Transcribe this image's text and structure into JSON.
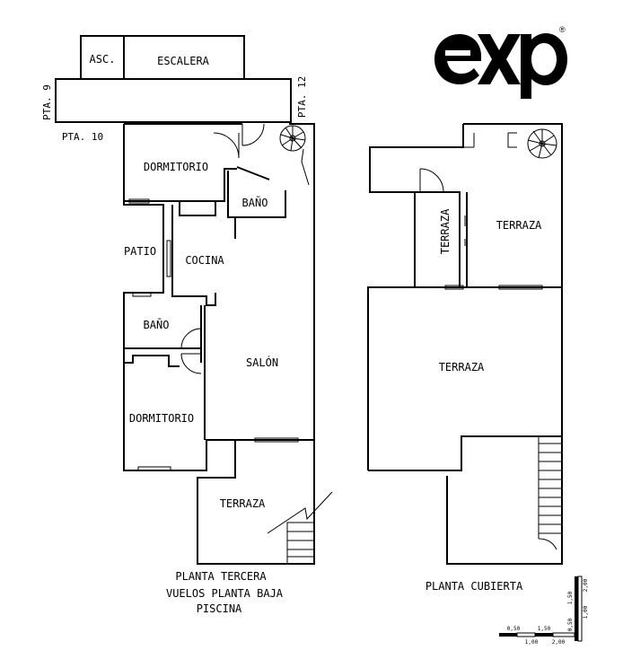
{
  "brand": {
    "logo_text": "exp",
    "registered_mark": "®"
  },
  "left_plan": {
    "rooms": {
      "asc": "ASC.",
      "escalera": "ESCALERA",
      "dormitorio_top": "DORMITORIO",
      "bano_top": "BAÑO",
      "patio": "PATIO",
      "cocina": "COCINA",
      "bano_mid": "BAÑO",
      "salon": "SALÓN",
      "dormitorio_bottom": "DORMITORIO",
      "terraza": "TERRAZA"
    },
    "neighbors": {
      "pta9": "PTA. 9",
      "pta10": "PTA. 10",
      "pta12": "PTA. 12"
    },
    "caption": [
      "PLANTA TERCERA",
      "VUELOS PLANTA BAJA",
      "PISCINA"
    ]
  },
  "right_plan": {
    "rooms": {
      "terraza_vertical": "TERRAZA",
      "terraza_top": "TERRAZA",
      "terraza_main": "TERRAZA"
    },
    "caption": "PLANTA CUBIERTA"
  },
  "scale_bar": {
    "top_labels": [
      "0,50",
      "1,50"
    ],
    "bottom_labels": [
      "1,00",
      "2,00"
    ],
    "vertical_labels": [
      "1,50",
      "2,00",
      "0,50",
      "1,00"
    ]
  }
}
